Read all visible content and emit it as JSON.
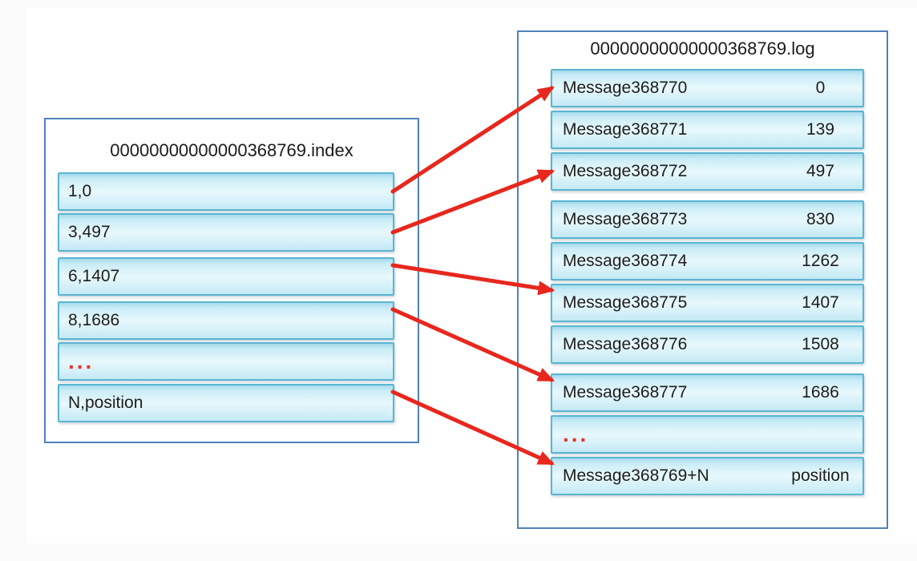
{
  "diagram": {
    "index_file": {
      "title": "00000000000000368769.index",
      "rows": [
        "1,0",
        "3,497",
        "6,1407",
        "8,1686",
        "...",
        "N,position"
      ]
    },
    "log_file": {
      "title": "00000000000000368769.log",
      "rows": [
        {
          "name": "Message368770",
          "value": "0"
        },
        {
          "name": "Message368771",
          "value": "139"
        },
        {
          "name": "Message368772",
          "value": "497"
        },
        {
          "name": "Message368773",
          "value": "830"
        },
        {
          "name": "Message368774",
          "value": "1262"
        },
        {
          "name": "Message368775",
          "value": "1407"
        },
        {
          "name": "Message368776",
          "value": "1508"
        },
        {
          "name": "Message368777",
          "value": "1686"
        },
        {
          "name": "...",
          "value": ""
        },
        {
          "name": "Message368769+N",
          "value": "position"
        }
      ]
    },
    "arrows": [
      {
        "from": 0,
        "to": 0
      },
      {
        "from": 1,
        "to": 2
      },
      {
        "from": 2,
        "to": 5
      },
      {
        "from": 3,
        "to": 7
      },
      {
        "from": 5,
        "to": 9
      }
    ],
    "colors": {
      "box_border": "#4f81bd",
      "cell_border": "#5bb4d1",
      "arrow": "#e8271d",
      "ellipsis": "#e8352b"
    }
  }
}
